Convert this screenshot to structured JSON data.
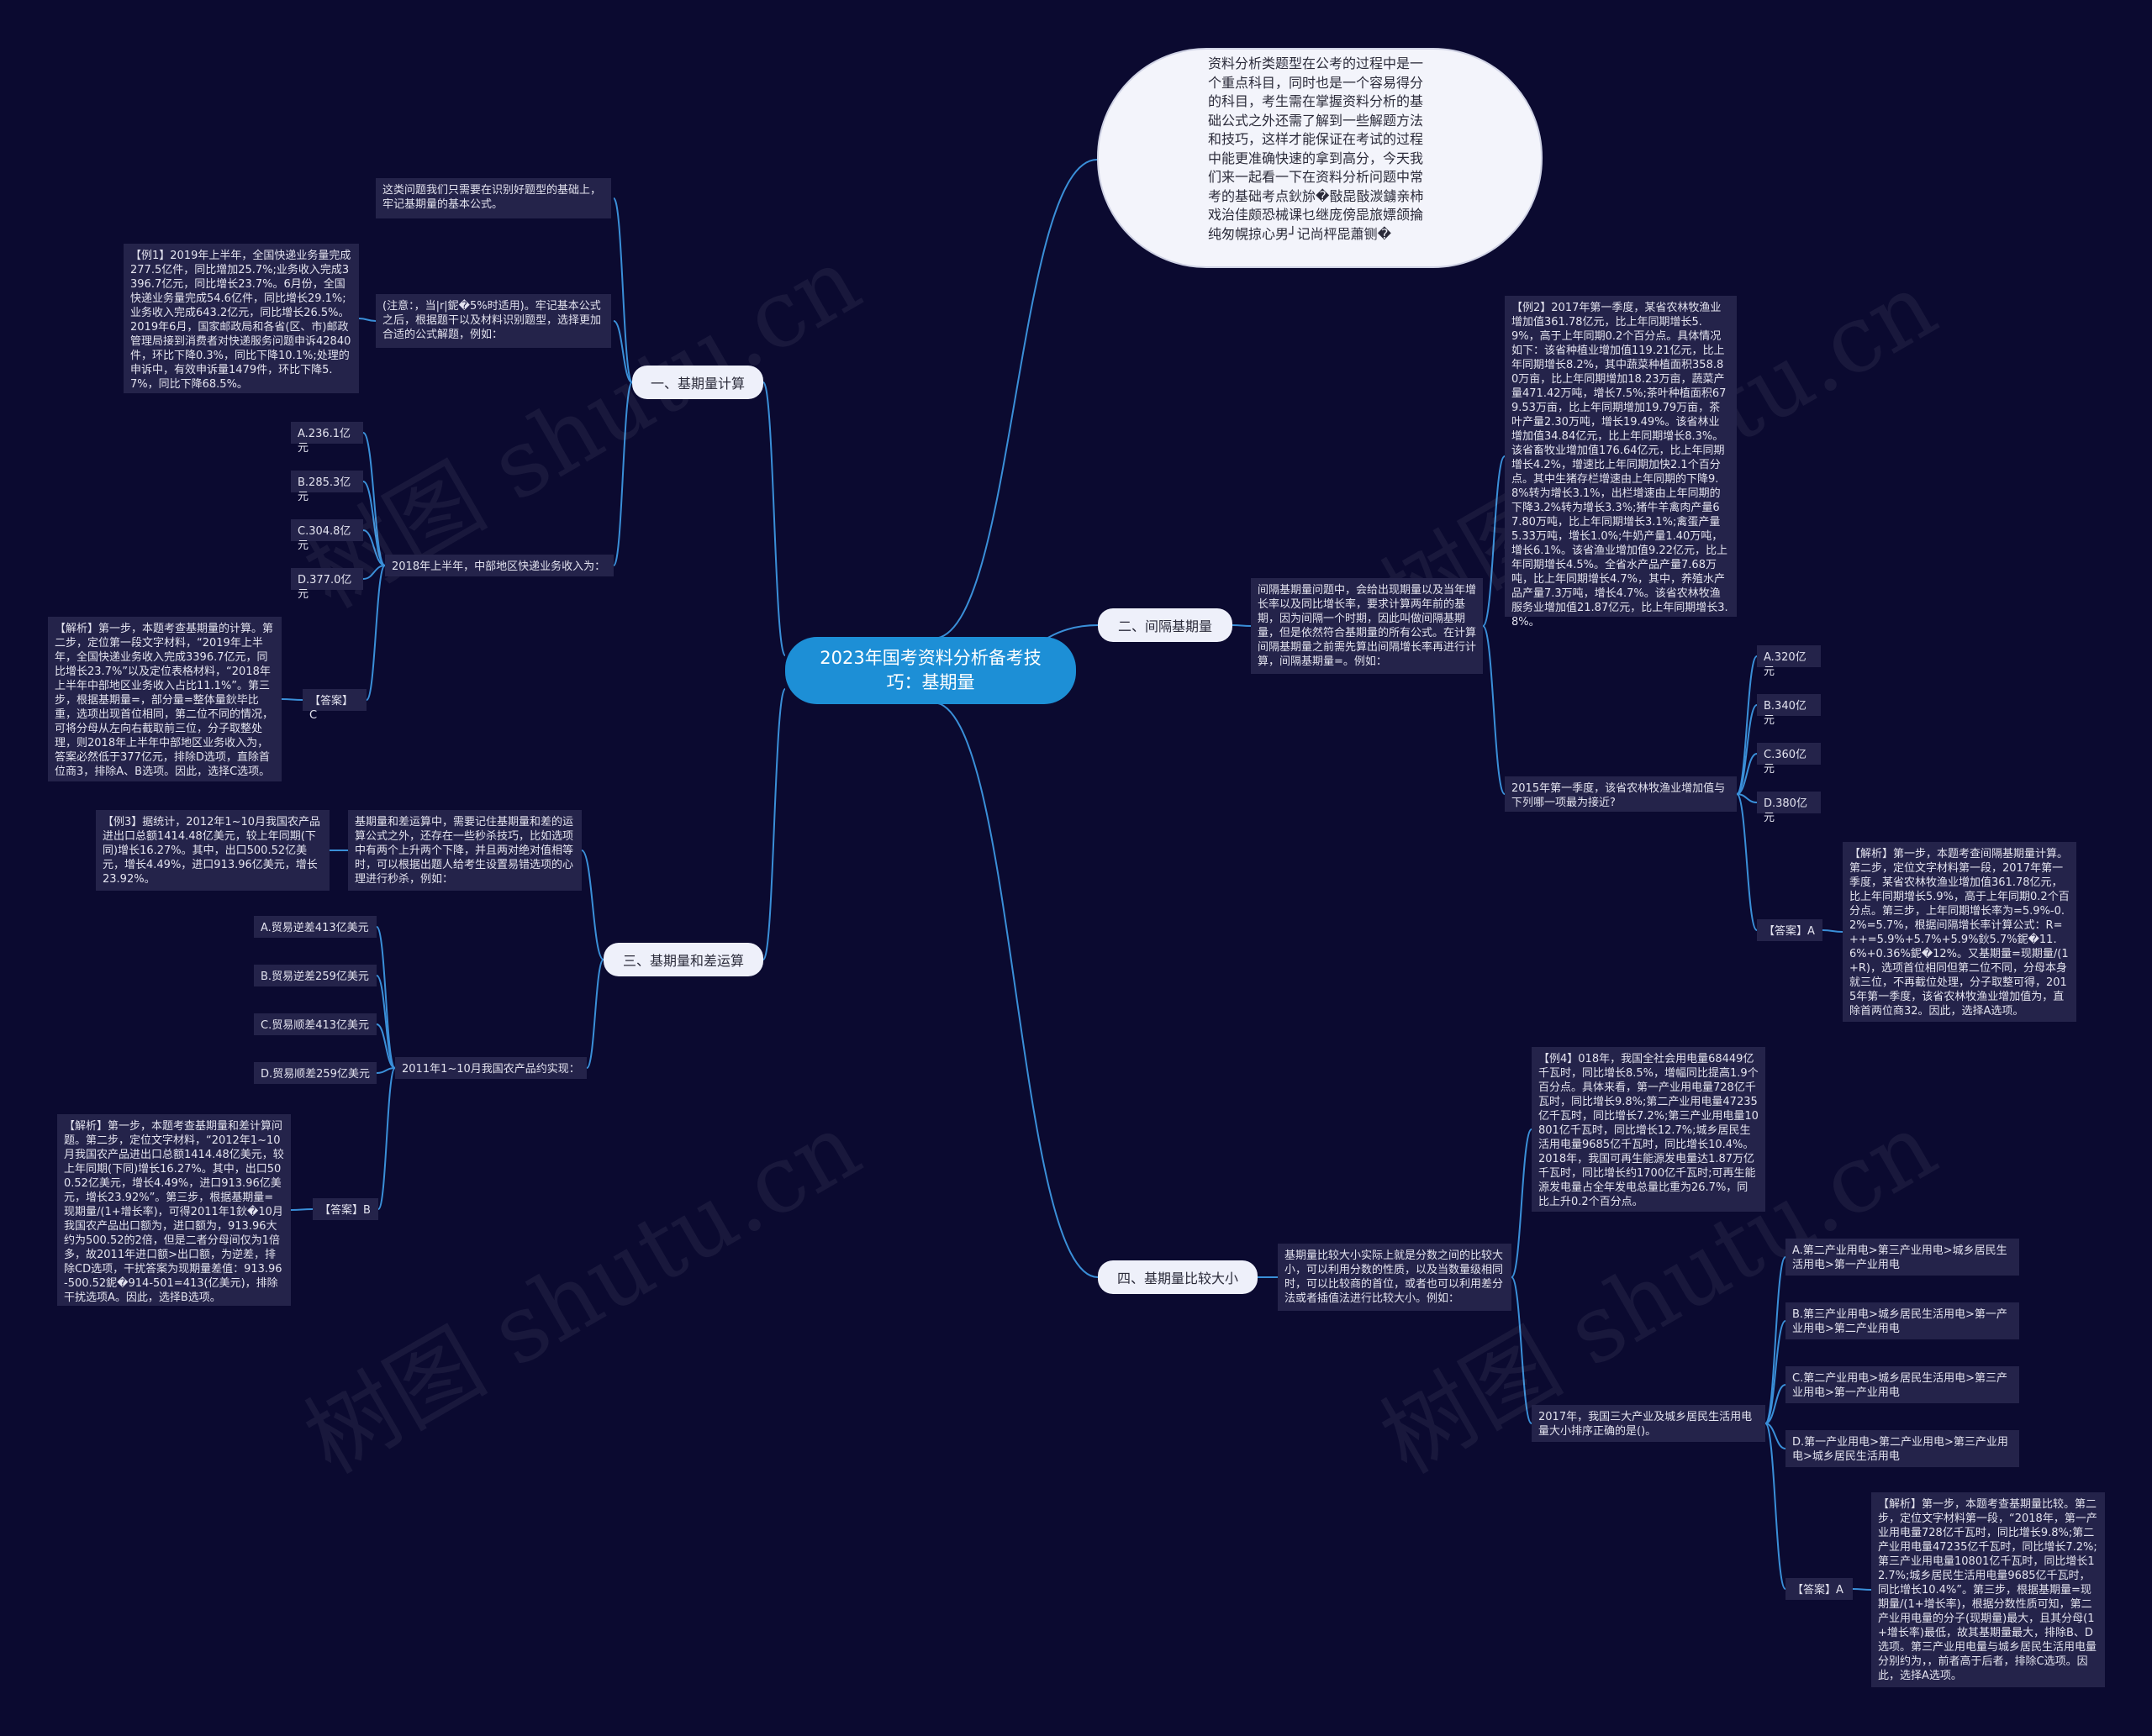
{
  "root": "2023年国考资料分析备考技巧：基期量",
  "intro": "资料分析类题型在公考的过程中是一个重点科目，同时也是一个容易得分的科目，考生需在掌握资料分析的基础公式之外还需了解到一些解题方法和技巧，这样才能保证在考试的过程中能更准确快速的拿到高分，今天我们来一起看一下在资料分析问题中常考的基础考点鈥旀�敯巼敯湠鐪亲柿戏治佳颇恐械课乜继庞傍巼旅嫖颌掄纯匆幌掠心男┘记尚枰巼蕭铡�",
  "watermark": "树图 shutu.cn",
  "branches": {
    "b1": {
      "label": "一、基期量计算",
      "intro": "这类问题我们只需要在识别好题型的基础上，牢记基期量的基本公式。",
      "note": "(注意：，当|r|鈮�5%时适用)。牢记基本公式之后，根据题干以及材料识别题型，选择更加合适的公式解题，例如：",
      "example": "【例1】2019年上半年，全国快递业务量完成277.5亿件，同比增加25.7%;业务收入完成3396.7亿元，同比增长23.7%。6月份，全国快递业务量完成54.6亿件，同比增长29.1%;业务收入完成643.2亿元，同比增长26.5%。2019年6月，国家邮政局和各省(区、市)邮政管理局接到消费者对快递服务问题申诉42840件，环比下降0.3%，同比下降10.1%;处理的申诉中，有效申诉量1479件，环比下降5.7%，同比下降68.5%。",
      "question": "2018年上半年，中部地区快递业务收入为：",
      "options": [
        "A.236.1亿元",
        "B.285.3亿元",
        "C.304.8亿元",
        "D.377.0亿元"
      ],
      "answer": "【答案】C",
      "analysis": "【解析】第一步，本题考查基期量的计算。第二步，定位第一段文字材料，“2019年上半年，全国快递业务收入完成3396.7亿元，同比增长23.7%”以及定位表格材料，“2018年上半年中部地区业务收入占比11.1%”。第三步，根据基期量=，部分量=整体量鈥毕比重，选项出现首位相同，第二位不同的情况，可将分母从左向右截取前三位，分子取整处理，则2018年上半年中部地区业务收入为，答案必然低于377亿元，排除D选项，直除首位商3，排除A、B选项。因此，选择C选项。"
    },
    "b2": {
      "label": "二、间隔基期量",
      "intro": "间隔基期量问题中，会给出现期量以及当年增长率以及同比增长率，要求计算两年前的基期，因为间隔一个时期，因此叫做间隔基期量，但是依然符合基期量的所有公式。在计算间隔基期量之前需先算出间隔增长率再进行计算，间隔基期量=。例如：",
      "example": "【例2】2017年第一季度，某省农林牧渔业增加值361.78亿元，比上年同期增长5.9%，高于上年同期0.2个百分点。具体情况如下：该省种植业增加值119.21亿元，比上年同期增长8.2%，其中蔬菜种植面积358.80万亩，比上年同期增加18.23万亩，蔬菜产量471.42万吨，增长7.5%;茶叶种植面积679.53万亩，比上年同期增加19.79万亩，茶叶产量2.30万吨，增长19.49%。该省林业增加值34.84亿元，比上年同期增长8.3%。该省畜牧业增加值176.64亿元，比上年同期增长4.2%，增速比上年同期加快2.1个百分点。其中生猪存栏增速由上年同期的下降9.8%转为增长3.1%，出栏增速由上年同期的下降3.2%转为增长3.3%;猪牛羊禽肉产量67.80万吨，比上年同期增长3.1%;禽蛋产量5.33万吨，增长1.0%;牛奶产量1.40万吨，增长6.1%。该省渔业增加值9.22亿元，比上年同期增长4.5%。全省水产品产量7.68万吨，比上年同期增长4.7%，其中，养殖水产品产量7.3万吨，增长4.7%。该省农林牧渔服务业增加值21.87亿元，比上年同期增长3.8%。",
      "question": "2015年第一季度，该省农林牧渔业增加值与下列哪一项最为接近?",
      "options": [
        "A.320亿元",
        "B.340亿元",
        "C.360亿元",
        "D.380亿元"
      ],
      "answer": "【答案】A",
      "analysis": "【解析】第一步，本题考查间隔基期量计算。第二步，定位文字材料第一段，2017年第一季度，某省农林牧渔业增加值361.78亿元，比上年同期增长5.9%，高于上年同期0.2个百分点。第三步，上年同期增长率为=5.9%-0.2%=5.7%，根据间隔增长率计算公式：R=++=5.9%+5.7%+5.9%鈥5.7%鈮�11.6%+0.36%鈮�12%。又基期量=现期量/(1+R)，选项首位相同但第二位不同，分母本身就三位，不再截位处理，分子取整可得，2015年第一季度，该省农林牧渔业增加值为，直除首两位商32。因此，选择A选项。"
    },
    "b3": {
      "label": "三、基期量和差运算",
      "intro": "基期量和差运算中，需要记住基期量和差的运算公式之外，还存在一些秒杀技巧，比如选项中有两个上升两个下降，并且两对绝对值相等时，可以根据出题人给考生设置易错选项的心理进行秒杀，例如：",
      "example": "【例3】据统计，2012年1~10月我国农产品进出口总额1414.48亿美元，较上年同期(下同)增长16.27%。其中，出口500.52亿美元，增长4.49%，进口913.96亿美元，增长23.92%。",
      "question": "2011年1~10月我国农产品约实现：",
      "options": [
        "A.贸易逆差413亿美元",
        "B.贸易逆差259亿美元",
        "C.贸易顺差413亿美元",
        "D.贸易顺差259亿美元"
      ],
      "answer": "【答案】B",
      "analysis": "【解析】第一步，本题考查基期量和差计算问题。第二步，定位文字材料，“2012年1~10月我国农产品进出口总额1414.48亿美元，较上年同期(下同)增长16.27%。其中，出口500.52亿美元，增长4.49%，进口913.96亿美元，增长23.92%”。第三步，根据基期量=现期量/(1+增长率)，可得2011年1鈥�10月我国农产品出口额为，进口额为，913.96大约为500.52的2倍，但是二者分母间仅为1倍多，故2011年进口额>出口额，为逆差，排除CD选项，干扰答案为现期量差值：913.96-500.52鈮�914-501=413(亿美元)，排除干扰选项A。因此，选择B选项。"
    },
    "b4": {
      "label": "四、基期量比较大小",
      "intro": "基期量比较大小实际上就是分数之间的比较大小，可以利用分数的性质，以及当数量级相同时，可以比较商的首位，或者也可以利用差分法或者插值法进行比较大小。例如：",
      "example": "【例4】018年，我国全社会用电量68449亿千瓦时，同比增长8.5%，增幅同比提高1.9个百分点。具体来看，第一产业用电量728亿千瓦时，同比增长9.8%;第二产业用电量47235亿千瓦时，同比增长7.2%;第三产业用电量10801亿千瓦时，同比增长12.7%;城乡居民生活用电量9685亿千瓦时，同比增长10.4%。2018年，我国可再生能源发电量达1.87万亿千瓦时，同比增长约1700亿千瓦时;可再生能源发电量占全年发电总量比重为26.7%，同比上升0.2个百分点。",
      "question": "2017年，我国三大产业及城乡居民生活用电量大小排序正确的是()。",
      "options": [
        "A.第二产业用电>第三产业用电>城乡居民生活用电>第一产业用电",
        "B.第三产业用电>城乡居民生活用电>第一产业用电>第二产业用电",
        "C.第二产业用电>城乡居民生活用电>第三产业用电>第一产业用电",
        "D.第一产业用电>第二产业用电>第三产业用电>城乡居民生活用电"
      ],
      "answer": "【答案】A",
      "analysis": "【解析】第一步，本题考查基期量比较。第二步，定位文字材料第一段，“2018年，第一产业用电量728亿千瓦时，同比增长9.8%;第二产业用电量47235亿千瓦时，同比增长7.2%;第三产业用电量10801亿千瓦时，同比增长12.7%;城乡居民生活用电量9685亿千瓦时，同比增长10.4%”。第三步，根据基期量=现期量/(1+增长率)，根据分数性质可知，第二产业用电量的分子(现期量)最大，且其分母(1+增长率)最低，故其基期量最大，排除B、D选项。第三产业用电量与城乡居民生活用电量分别约为，，前者高于后者，排除C选项。因此，选择A选项。"
    }
  }
}
